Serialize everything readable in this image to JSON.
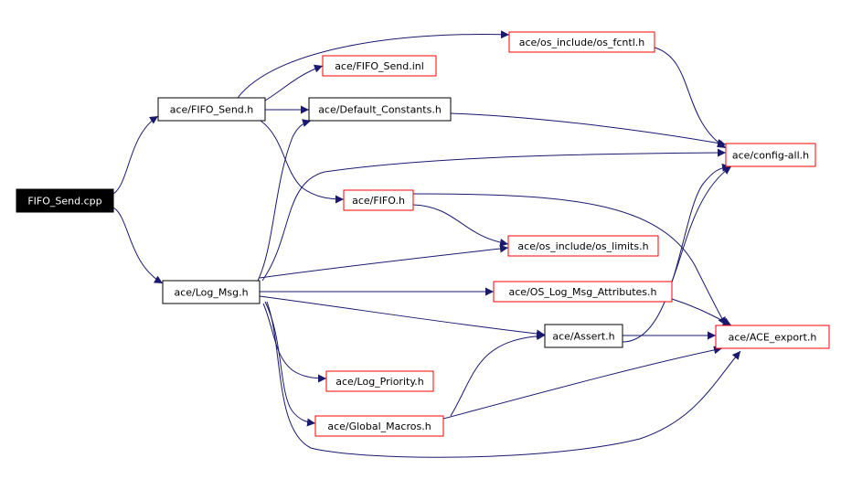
{
  "graph": {
    "colors": {
      "edge": "#191970",
      "root_fill": "#000000",
      "root_text": "#ffffff",
      "documented_border": "#000000",
      "undocumented_border": "#ff0000",
      "node_fill": "#ffffff",
      "node_text": "#000000"
    },
    "nodes": {
      "fifo_send_cpp": {
        "label": "FIFO_Send.cpp",
        "kind": "root"
      },
      "fifo_send_h": {
        "label": "ace/FIFO_Send.h",
        "kind": "documented"
      },
      "log_msg_h": {
        "label": "ace/Log_Msg.h",
        "kind": "documented"
      },
      "os_fcntl_h": {
        "label": "ace/os_include/os_fcntl.h",
        "kind": "undocumented"
      },
      "fifo_send_inl": {
        "label": "ace/FIFO_Send.inl",
        "kind": "undocumented"
      },
      "default_constants_h": {
        "label": "ace/Default_Constants.h",
        "kind": "documented"
      },
      "config_all_h": {
        "label": "ace/config-all.h",
        "kind": "undocumented"
      },
      "fifo_h": {
        "label": "ace/FIFO.h",
        "kind": "undocumented"
      },
      "os_limits_h": {
        "label": "ace/os_include/os_limits.h",
        "kind": "undocumented"
      },
      "os_log_msg_attributes_h": {
        "label": "ace/OS_Log_Msg_Attributes.h",
        "kind": "undocumented"
      },
      "assert_h": {
        "label": "ace/Assert.h",
        "kind": "documented"
      },
      "ace_export_h": {
        "label": "ace/ACE_export.h",
        "kind": "undocumented"
      },
      "log_priority_h": {
        "label": "ace/Log_Priority.h",
        "kind": "undocumented"
      },
      "global_macros_h": {
        "label": "ace/Global_Macros.h",
        "kind": "undocumented"
      }
    },
    "edges": [
      {
        "from": "fifo_send_cpp",
        "to": "fifo_send_h"
      },
      {
        "from": "fifo_send_cpp",
        "to": "log_msg_h"
      },
      {
        "from": "fifo_send_h",
        "to": "os_fcntl_h"
      },
      {
        "from": "fifo_send_h",
        "to": "fifo_send_inl"
      },
      {
        "from": "fifo_send_h",
        "to": "default_constants_h"
      },
      {
        "from": "fifo_send_h",
        "to": "fifo_h"
      },
      {
        "from": "default_constants_h",
        "to": "config_all_h"
      },
      {
        "from": "os_fcntl_h",
        "to": "config_all_h"
      },
      {
        "from": "fifo_h",
        "to": "os_limits_h"
      },
      {
        "from": "fifo_h",
        "to": "ace_export_h"
      },
      {
        "from": "log_msg_h",
        "to": "default_constants_h"
      },
      {
        "from": "log_msg_h",
        "to": "config_all_h"
      },
      {
        "from": "log_msg_h",
        "to": "os_limits_h"
      },
      {
        "from": "log_msg_h",
        "to": "os_log_msg_attributes_h"
      },
      {
        "from": "log_msg_h",
        "to": "assert_h"
      },
      {
        "from": "log_msg_h",
        "to": "log_priority_h"
      },
      {
        "from": "log_msg_h",
        "to": "global_macros_h"
      },
      {
        "from": "log_msg_h",
        "to": "ace_export_h"
      },
      {
        "from": "os_log_msg_attributes_h",
        "to": "config_all_h"
      },
      {
        "from": "os_log_msg_attributes_h",
        "to": "ace_export_h"
      },
      {
        "from": "assert_h",
        "to": "config_all_h"
      },
      {
        "from": "assert_h",
        "to": "ace_export_h"
      },
      {
        "from": "global_macros_h",
        "to": "assert_h"
      },
      {
        "from": "global_macros_h",
        "to": "ace_export_h"
      }
    ]
  }
}
